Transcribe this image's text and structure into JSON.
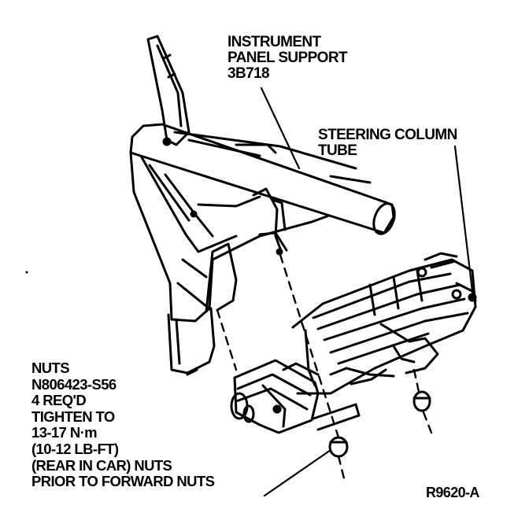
{
  "labels": {
    "instrument_panel_support": [
      "INSTRUMENT",
      "PANEL SUPPORT",
      "3B718"
    ],
    "steering_column_tube": [
      "STEERING COLUMN",
      "TUBE"
    ],
    "nuts_note": [
      "NUTS",
      "N806423-S56",
      "4 REQ'D",
      "TIGHTEN TO",
      "13-17 N·m",
      "(10-12 LB-FT)",
      "(REAR IN CAR) NUTS",
      "PRIOR TO FORWARD NUTS"
    ],
    "figure_id": "R9620-A"
  },
  "colors": {
    "ink": "#000000",
    "paper": "#ffffff"
  }
}
